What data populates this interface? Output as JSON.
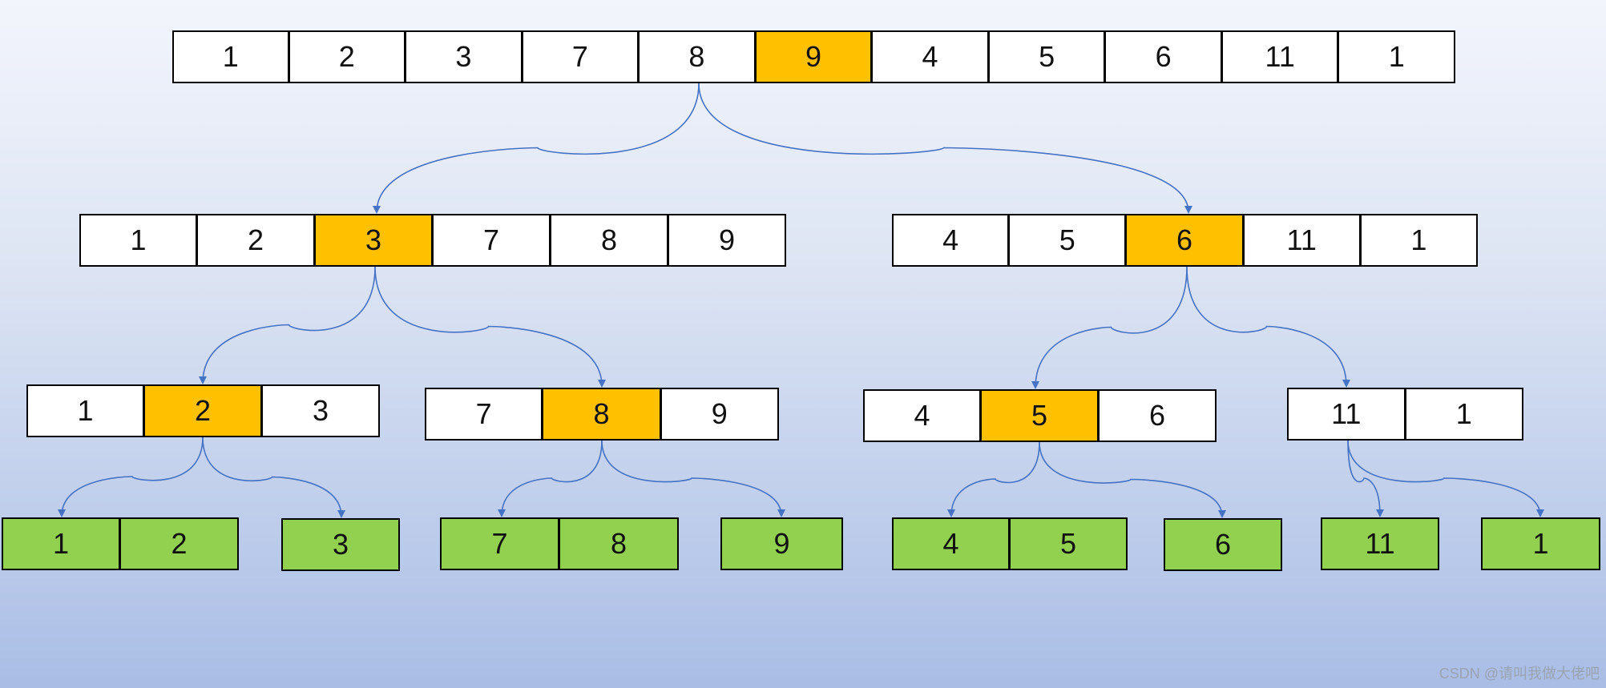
{
  "colors": {
    "pivot": "#ffc000",
    "leaf": "#92d050",
    "plain": "#ffffff",
    "edge": "#4472c4"
  },
  "arrays": [
    {
      "id": "root",
      "level": 0,
      "values": [
        "1",
        "2",
        "3",
        "7",
        "8",
        "9",
        "4",
        "5",
        "6",
        "11",
        "1"
      ],
      "pivot_index": 5
    },
    {
      "id": "L",
      "level": 1,
      "values": [
        "1",
        "2",
        "3",
        "7",
        "8",
        "9"
      ],
      "pivot_index": 2
    },
    {
      "id": "R",
      "level": 1,
      "values": [
        "4",
        "5",
        "6",
        "11",
        "1"
      ],
      "pivot_index": 2
    },
    {
      "id": "LL",
      "level": 2,
      "values": [
        "1",
        "2",
        "3"
      ],
      "pivot_index": 1
    },
    {
      "id": "LR",
      "level": 2,
      "values": [
        "7",
        "8",
        "9"
      ],
      "pivot_index": 1
    },
    {
      "id": "RL",
      "level": 2,
      "values": [
        "4",
        "5",
        "6"
      ],
      "pivot_index": 1
    },
    {
      "id": "RR",
      "level": 2,
      "values": [
        "11",
        "1"
      ],
      "pivot_index": null
    },
    {
      "id": "LLa",
      "level": 3,
      "values": [
        "1",
        "2"
      ],
      "leaf": true
    },
    {
      "id": "LLb",
      "level": 3,
      "values": [
        "3"
      ],
      "leaf": true
    },
    {
      "id": "LRa",
      "level": 3,
      "values": [
        "7",
        "8"
      ],
      "leaf": true
    },
    {
      "id": "LRb",
      "level": 3,
      "values": [
        "9"
      ],
      "leaf": true
    },
    {
      "id": "RLa",
      "level": 3,
      "values": [
        "4",
        "5"
      ],
      "leaf": true
    },
    {
      "id": "RLb",
      "level": 3,
      "values": [
        "6"
      ],
      "leaf": true
    },
    {
      "id": "RRa",
      "level": 3,
      "values": [
        "11"
      ],
      "leaf": true
    },
    {
      "id": "RRb",
      "level": 3,
      "values": [
        "1"
      ],
      "leaf": true
    }
  ],
  "edges": [
    {
      "from": "root",
      "to": "L"
    },
    {
      "from": "root",
      "to": "R"
    },
    {
      "from": "L",
      "to": "LL"
    },
    {
      "from": "L",
      "to": "LR"
    },
    {
      "from": "R",
      "to": "RL"
    },
    {
      "from": "R",
      "to": "RR"
    },
    {
      "from": "LL",
      "to": "LLa"
    },
    {
      "from": "LL",
      "to": "LLb"
    },
    {
      "from": "LR",
      "to": "LRa"
    },
    {
      "from": "LR",
      "to": "LRb"
    },
    {
      "from": "RL",
      "to": "RLa"
    },
    {
      "from": "RL",
      "to": "RLb"
    },
    {
      "from": "RR",
      "to": "RRa"
    },
    {
      "from": "RR",
      "to": "RRb"
    }
  ],
  "watermark": "CSDN @请叫我做大佬吧"
}
